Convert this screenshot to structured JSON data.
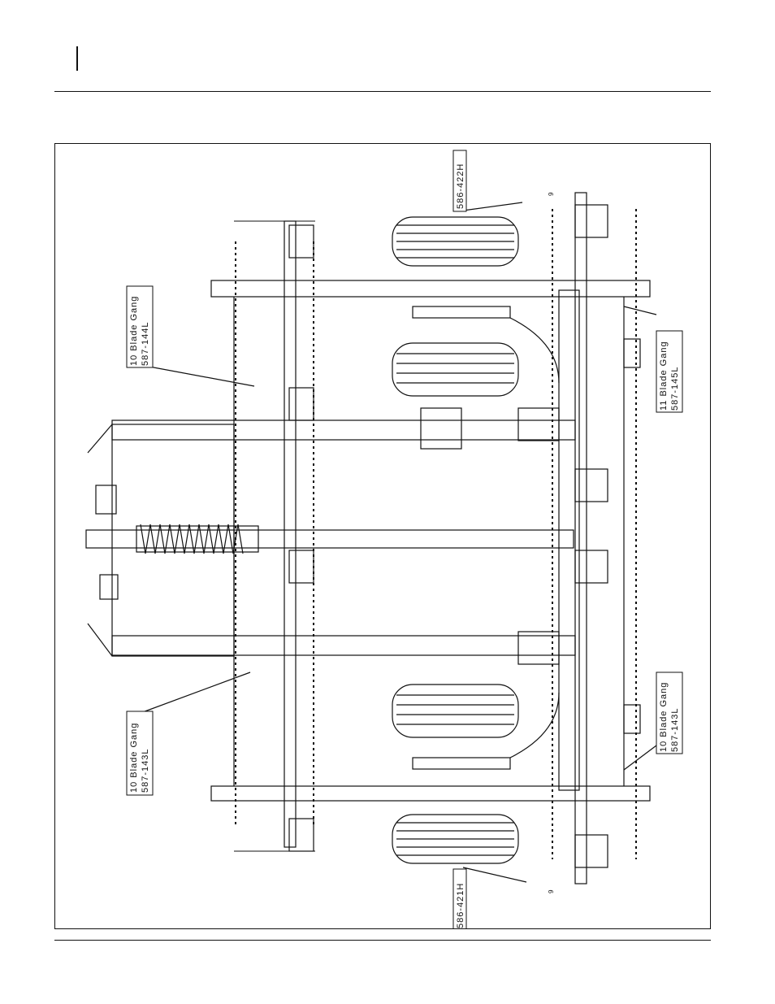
{
  "labels": {
    "part_586_422H": "586-422H",
    "part_586_421H": "586-421H",
    "gang_top_left_line1": "10 Blade Gang",
    "gang_top_left_line2": "587-144L",
    "gang_bottom_left_line1": "10 Blade Gang",
    "gang_bottom_left_line2": "587-143L",
    "gang_top_right_line1": "11 Blade Gang",
    "gang_top_right_line2": "587-145L",
    "gang_bottom_right_line1": "10 Blade Gang",
    "gang_bottom_right_line2": "587-143L",
    "dim_top": "9",
    "dim_bottom": "9"
  }
}
